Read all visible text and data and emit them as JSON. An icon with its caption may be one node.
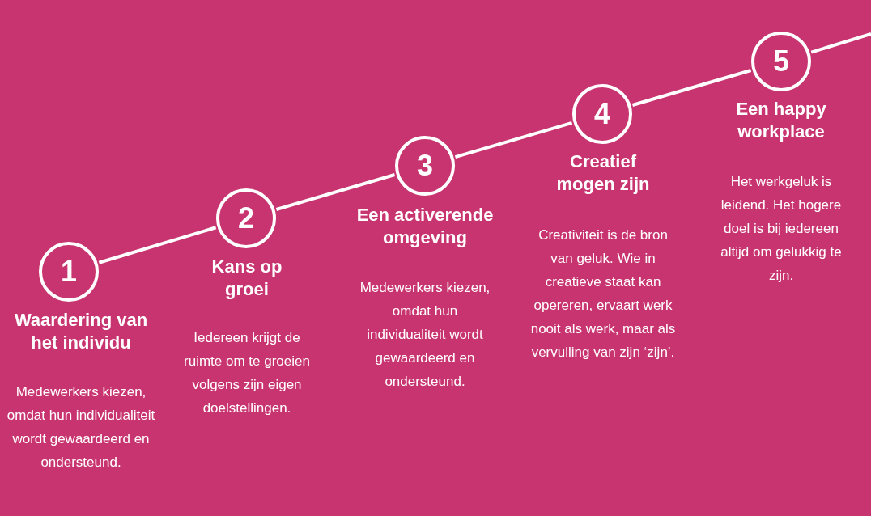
{
  "diagram": {
    "nodes": [
      {
        "text": [
          "1"
        ],
        "beside": [
          "Waardering van het individu",
          "Medewerkers kiezen, omdat hun individualiteit wordt gewaardeerd en ondersteund."
        ]
      },
      {
        "text": [
          "2"
        ],
        "beside": [
          "Kans op groei",
          "Iedereen krijgt de ruimte om te groeien volgens zijn eigen doelstellingen."
        ]
      },
      {
        "text": [
          "3"
        ],
        "beside": [
          "Een activerende omgeving",
          "Medewerkers kiezen, omdat hun individualiteit wordt gewaardeerd en ondersteund."
        ]
      },
      {
        "text": [
          "4"
        ],
        "beside": [
          "Creatief mogen zijn",
          "Creativiteit is de bron van geluk. Wie in creatieve staat kan opereren, ervaart werk nooit als werk, maar als vervulling van zijn ‘zijn’."
        ]
      },
      {
        "text": [
          "5"
        ],
        "beside": [
          "Een happy workplace",
          "Het werkgeluk is leidend. Het hogere doel is bij iedereen altijd om gelukkig te zijn."
        ]
      }
    ],
    "edges": [
      {
        "from": 0,
        "to": 1,
        "arrow": "none"
      },
      {
        "from": 1,
        "to": 2,
        "arrow": "none"
      },
      {
        "from": 2,
        "to": 3,
        "arrow": "none"
      },
      {
        "from": 3,
        "to": 4,
        "arrow": "none"
      },
      {
        "from": 4,
        "to": null,
        "arrow": "none"
      }
    ]
  }
}
